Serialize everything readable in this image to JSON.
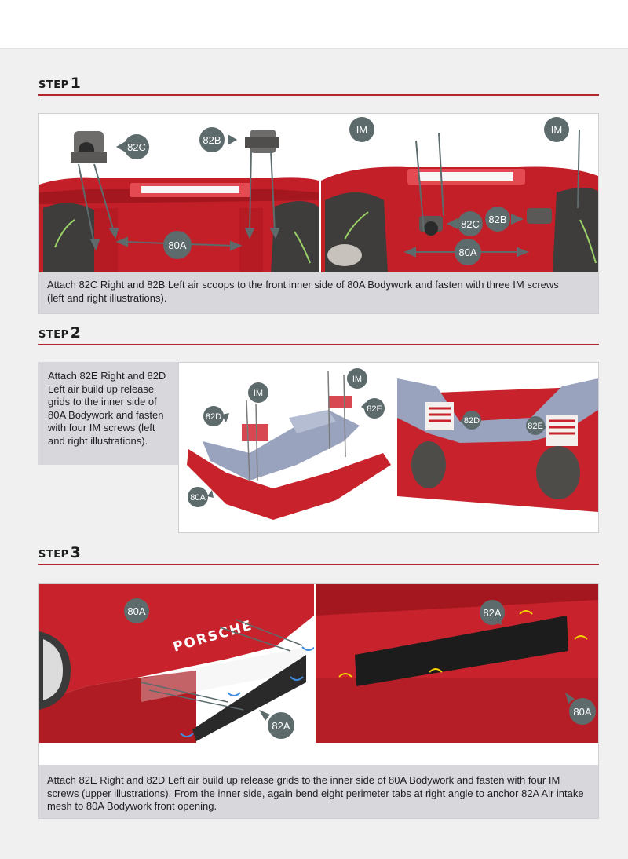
{
  "steps": [
    {
      "word": "STEP",
      "number": "1",
      "caption": "Attach 82C Right and 82B Left air scoops to the front inner side of 80A Bodywork and fasten with three IM screws (left and right illustrations).",
      "left_labels": {
        "a": "82C",
        "b": "82B",
        "c": "80A"
      },
      "right_labels": {
        "a": "IM",
        "b": "IM",
        "c": "82C",
        "d": "82B",
        "e": "80A"
      }
    },
    {
      "word": "STEP",
      "number": "2",
      "caption": "Attach 82E Right and 82D Left air build up release grids to the inner side of 80A Bodywork and fasten with four IM screws (left and right illustrations).",
      "left_labels": {
        "a": "IM",
        "b": "IM",
        "c": "82D",
        "d": "82E",
        "e": "80A"
      },
      "right_labels": {
        "a": "82D",
        "b": "82E"
      }
    },
    {
      "word": "STEP",
      "number": "3",
      "caption": "Attach 82E Right and 82D Left air build up release grids to the inner side of 80A Bodywork and fasten with four IM screws (upper illustrations). From the inner side, again bend eight perimeter tabs at right angle to anchor 82A Air intake mesh to 80A Bodywork front opening.",
      "left_labels": {
        "a": "80A",
        "b": "82A",
        "brand": "PORSCHE"
      },
      "right_labels": {
        "a": "82A",
        "b": "80A"
      }
    }
  ],
  "colors": {
    "accent": "#b3262c",
    "badge": "#5d6b6c",
    "body_red": "#c8232c",
    "caption_bg": "#d8d8dc"
  }
}
